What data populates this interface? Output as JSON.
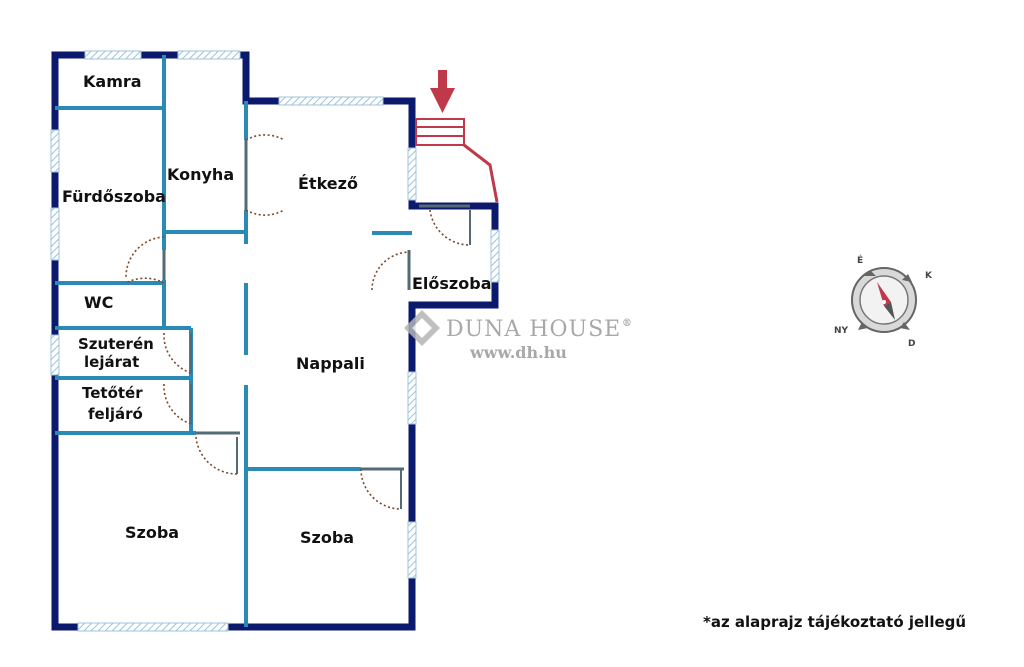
{
  "rooms": {
    "kamra": "Kamra",
    "konyha": "Konyha",
    "furdoszoba": "Fürdőszoba",
    "etkezo": "Étkező",
    "eloszoba": "Előszoba",
    "wc": "WC",
    "szuteren_1": "Szuterén",
    "szuteren_2": "lejárat",
    "tetoter_1": "Tetőtér",
    "tetoter_2": "feljáró",
    "nappali": "Nappali",
    "szoba_1": "Szoba",
    "szoba_2": "Szoba"
  },
  "watermark": {
    "brand": "DUNA HOUSE",
    "registered": "®",
    "url": "www.dh.hu"
  },
  "compass": {
    "north": "É",
    "east": "K",
    "south": "D",
    "west": "NY"
  },
  "disclaimer": "*az alaprajz tájékoztató jellegű",
  "colors": {
    "outer_wall": "#0c1a6e",
    "inner_wall": "#2a8ab5",
    "window": "#aaccdd",
    "door_swing": "#7a4a2a",
    "entrance": "#c0394a"
  }
}
